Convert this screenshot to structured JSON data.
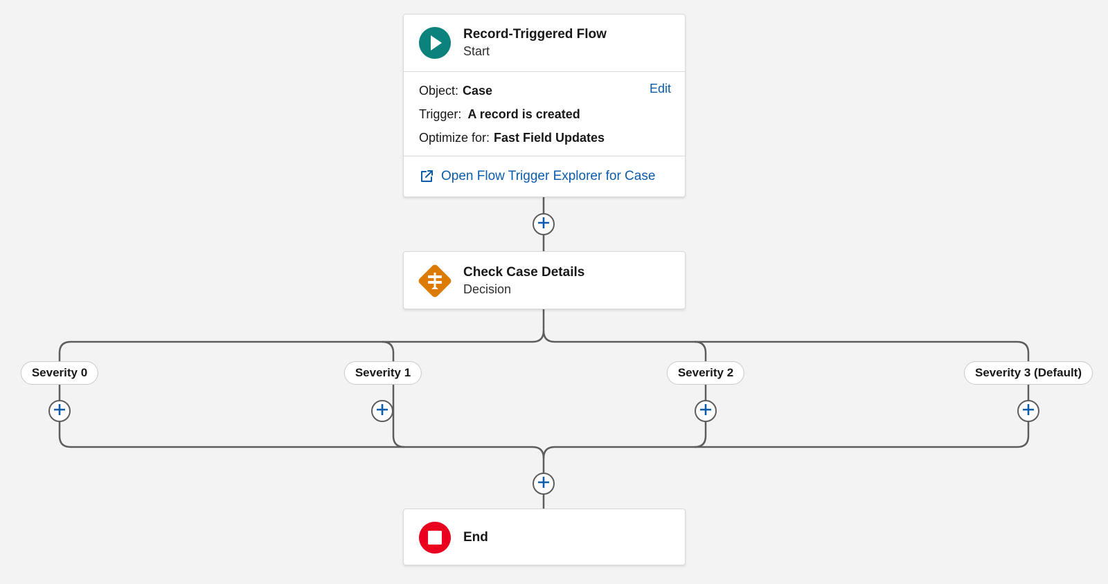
{
  "start": {
    "title": "Record-Triggered Flow",
    "subtitle": "Start",
    "icon": "play-icon",
    "icon_color": "#0b827c",
    "object_label": "Object:",
    "object_value": "Case",
    "edit_label": "Edit",
    "trigger_label": "Trigger:",
    "trigger_value": "A record is created",
    "optimize_label": "Optimize for:",
    "optimize_value": "Fast Field Updates",
    "explorer_link": "Open Flow Trigger Explorer for Case"
  },
  "decision": {
    "title": "Check Case Details",
    "subtitle": "Decision",
    "icon": "decision-icon",
    "icon_color": "#dd7a01"
  },
  "branches": [
    {
      "label": "Severity 0"
    },
    {
      "label": "Severity 1"
    },
    {
      "label": "Severity 2"
    },
    {
      "label": "Severity 3 (Default)"
    }
  ],
  "end": {
    "title": "End",
    "icon": "stop-icon",
    "icon_color": "#ea001e"
  },
  "colors": {
    "canvas": "#f3f3f3",
    "connector": "#5c5c5c",
    "link": "#0b5cab",
    "plus": "#0b5cab"
  }
}
